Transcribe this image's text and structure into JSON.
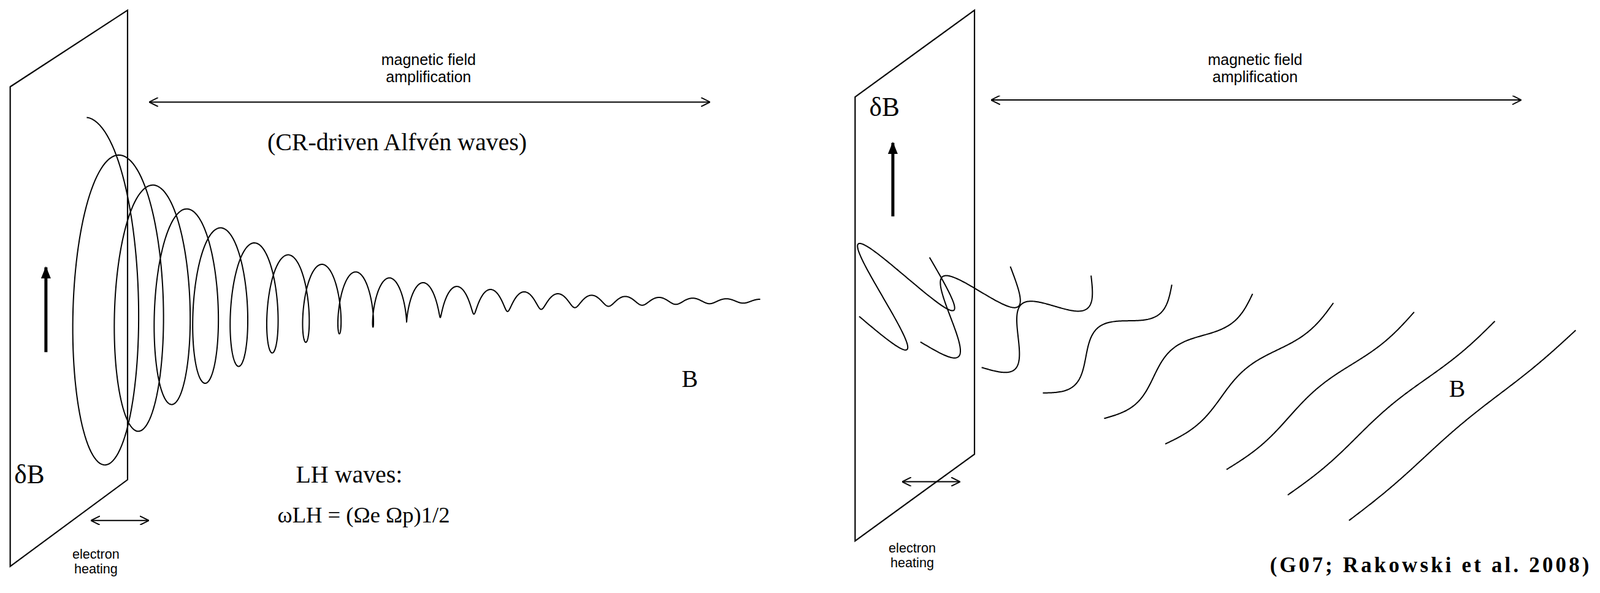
{
  "diagram": {
    "labels": [
      "magnetic field amplification",
      "(CR-driven Alfvén waves)",
      "δB⃗",
      "B⃗",
      "electron heating",
      "LH waves:",
      "ωLH = (Ωe Ωp)1/2",
      "magnetic field amplification",
      "δB⃗",
      "electron heating",
      "B⃗",
      "(G07; Rakowski et al. 2008)"
    ]
  }
}
